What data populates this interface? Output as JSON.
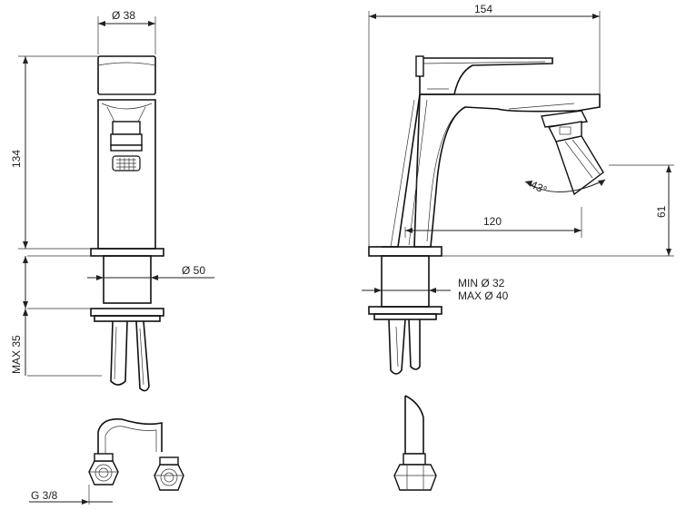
{
  "front_view": {
    "dim_body_diameter": "Ø 38",
    "dim_height": "134",
    "dim_base_diameter": "Ø 50",
    "dim_max_thickness": "MAX 35",
    "dim_thread": "G 3/8"
  },
  "side_view": {
    "dim_width": "154",
    "dim_reach": "120",
    "dim_spout_height": "61",
    "dim_angle": "43°",
    "dim_hole_min": "MIN Ø 32",
    "dim_hole_max": "MAX Ø 40"
  }
}
